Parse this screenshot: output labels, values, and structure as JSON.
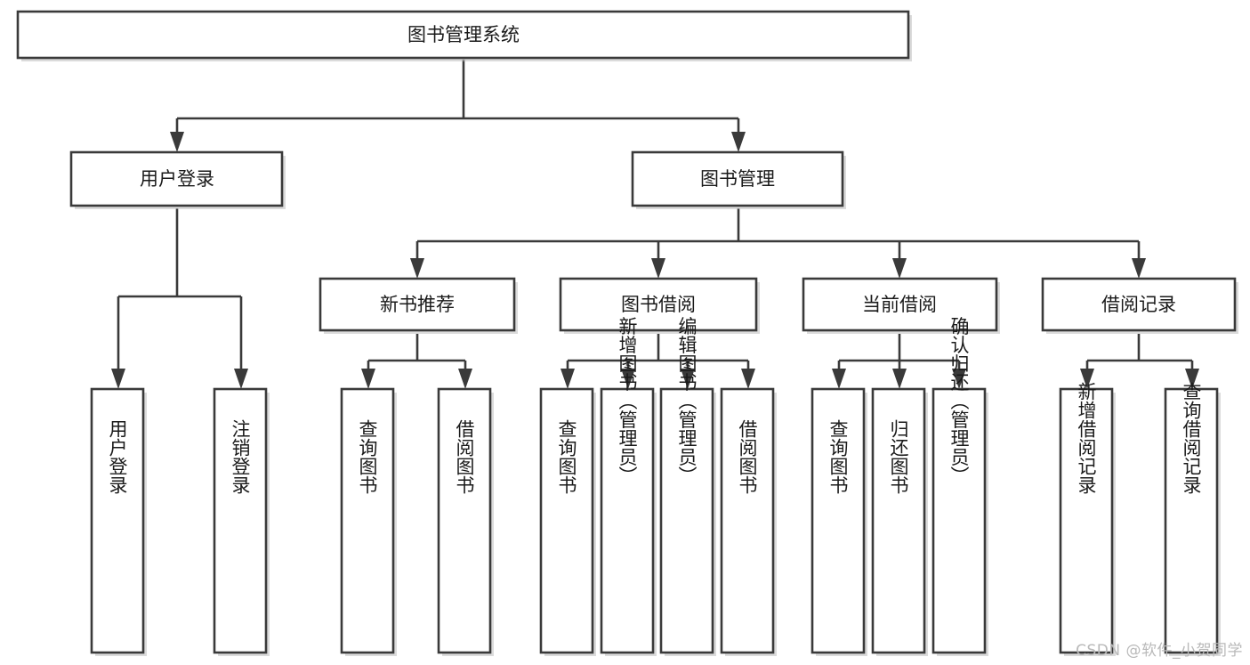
{
  "diagram": {
    "title": "图书管理系统",
    "type": "tree-hierarchy-diagram",
    "watermark": "CSDN @软件_小贺同学",
    "colors": {
      "background": "#ffffff",
      "box_stroke": "#3a3a3a",
      "box_fill": "#ffffff",
      "text": "#1a1a1a",
      "watermark": "#b9b9b9",
      "shadow": "#bdbdbd"
    },
    "root": {
      "id": "root",
      "label": "图书管理系统"
    },
    "level1": [
      {
        "id": "user-login",
        "label": "用户登录"
      },
      {
        "id": "book-manage",
        "label": "图书管理"
      }
    ],
    "level2": [
      {
        "id": "new-book-recommend",
        "label": "新书推荐",
        "parent": "book-manage"
      },
      {
        "id": "book-borrow",
        "label": "图书借阅",
        "parent": "book-manage"
      },
      {
        "id": "current-borrow",
        "label": "当前借阅",
        "parent": "book-manage"
      },
      {
        "id": "borrow-record",
        "label": "借阅记录",
        "parent": "book-manage"
      }
    ],
    "leaves": [
      {
        "id": "leaf-user-login",
        "label": "用户登录",
        "parent": "user-login"
      },
      {
        "id": "leaf-user-logout",
        "label": "注销登录",
        "parent": "user-login"
      },
      {
        "id": "leaf-query-book-1",
        "label": "查询图书",
        "parent": "new-book-recommend"
      },
      {
        "id": "leaf-borrow-book-1",
        "label": "借阅图书",
        "parent": "new-book-recommend"
      },
      {
        "id": "leaf-query-book-2",
        "label": "查询图书",
        "parent": "book-borrow"
      },
      {
        "id": "leaf-add-book",
        "label": "新增图书（管理员）",
        "parent": "book-borrow"
      },
      {
        "id": "leaf-edit-book",
        "label": "编辑图书（管理员）",
        "parent": "book-borrow"
      },
      {
        "id": "leaf-borrow-book-2",
        "label": "借阅图书",
        "parent": "book-borrow"
      },
      {
        "id": "leaf-query-book-3",
        "label": "查询图书",
        "parent": "current-borrow"
      },
      {
        "id": "leaf-return-book",
        "label": "归还图书",
        "parent": "current-borrow"
      },
      {
        "id": "leaf-confirm-return",
        "label": "确认归还（管理员）",
        "parent": "current-borrow"
      },
      {
        "id": "leaf-add-record",
        "label": "新增借阅记录",
        "parent": "borrow-record"
      },
      {
        "id": "leaf-query-record",
        "label": "查询借阅记录",
        "parent": "borrow-record"
      }
    ]
  }
}
